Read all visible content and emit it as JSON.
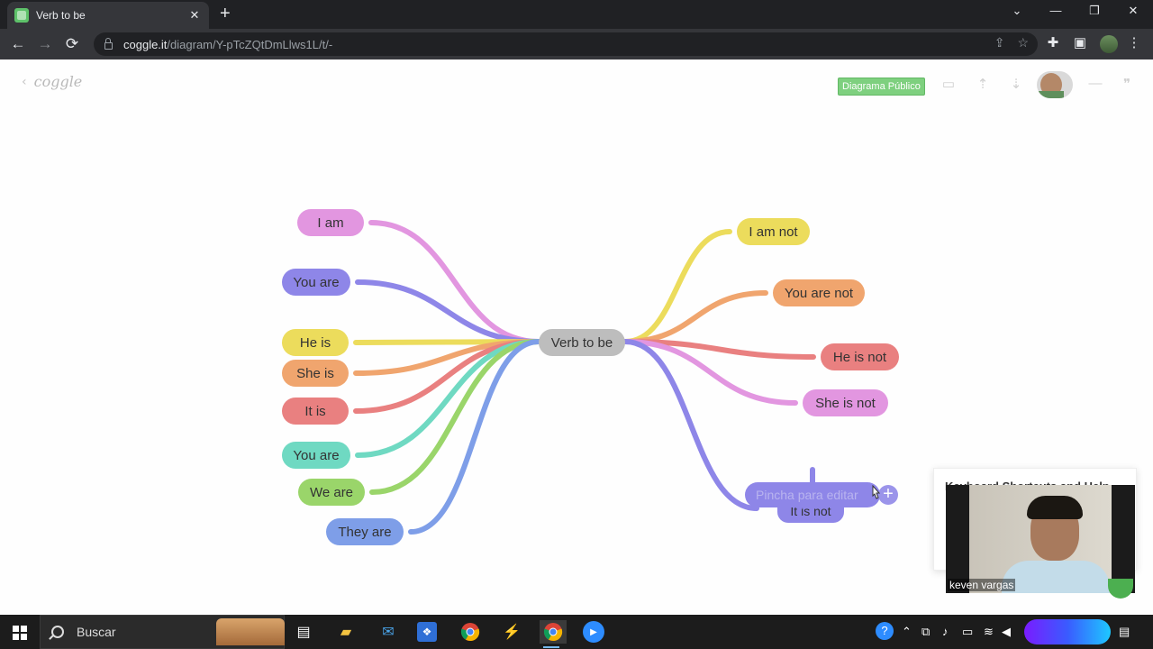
{
  "browser": {
    "tab_title": "Verb to be",
    "tab_close": "✕",
    "new_tab": "+",
    "url_host": "coggle.it",
    "url_path": "/diagram/Y-pTcZQtDmLlws1L/t/-",
    "window_controls": {
      "minimize": "—",
      "restore": "❐",
      "close": "✕",
      "tab_search": "⌄"
    },
    "nav": {
      "back": "←",
      "forward": "→",
      "reload": "⟳"
    }
  },
  "coggle": {
    "brand": "coggle",
    "back_chevron": "‹",
    "public_badge": "Diagrama Público",
    "toolbar_icons": [
      "present-icon",
      "upload-icon",
      "download-icon",
      "collaborators-avatar",
      "minus-icon",
      "quote-icon"
    ]
  },
  "map": {
    "root": "Verb to be",
    "left_nodes": [
      {
        "label": "I am",
        "color": "#e296e0"
      },
      {
        "label": "You are",
        "color": "#8e86e8"
      },
      {
        "label": "He is",
        "color": "#ecdc5c"
      },
      {
        "label": "She is",
        "color": "#f0a56e"
      },
      {
        "label": "It is",
        "color": "#e98080"
      },
      {
        "label": "You are",
        "color": "#6fd9c2"
      },
      {
        "label": "We are",
        "color": "#9ad56a"
      },
      {
        "label": "They are",
        "color": "#7e9ee8"
      }
    ],
    "right_nodes": [
      {
        "label": "I am not",
        "color": "#ecdc5c"
      },
      {
        "label": "You are not",
        "color": "#f0a56e"
      },
      {
        "label": "He is not",
        "color": "#e98080"
      },
      {
        "label": "She is not",
        "color": "#e296e0"
      }
    ],
    "editing_node": {
      "placeholder": "Pincha para editar",
      "label": "It is not",
      "color": "#8e86e8"
    },
    "add_button": "+"
  },
  "overlay": {
    "help_title": "Keyboard Shortcuts and Help",
    "webcam_name": "keven vargas"
  },
  "taskbar": {
    "search_label": "Buscar",
    "apps": [
      "task-view-icon",
      "file-explorer-icon",
      "mail-icon",
      "dropbox-icon",
      "chrome-icon",
      "app-icon",
      "chrome-active-icon",
      "zoom-icon"
    ]
  }
}
